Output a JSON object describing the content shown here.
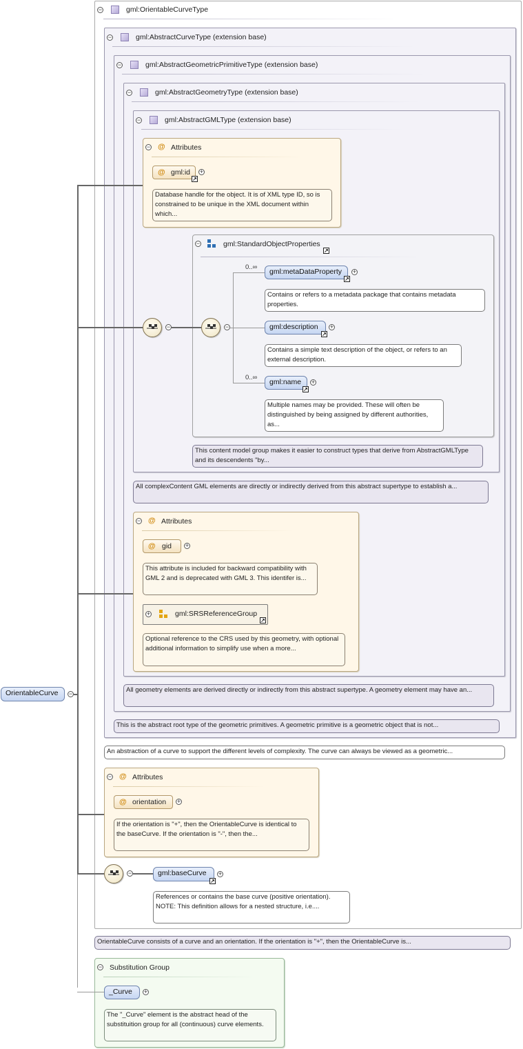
{
  "root_element": "OrientableCurve",
  "types": {
    "orientable_curve_type": "gml:OrientableCurveType",
    "abstract_curve_type": "gml:AbstractCurveType (extension base)",
    "abstract_geometric_primitive_type": "gml:AbstractGeometricPrimitiveType (extension base)",
    "abstract_geometry_type": "gml:AbstractGeometryType (extension base)",
    "abstract_gml_type": "gml:AbstractGMLType (extension base)"
  },
  "gml_attrs": {
    "title": "Attributes",
    "id_label": "gml:id",
    "id_desc": "Database handle for the object. It is of XML type ID, so is constrained to be unique in the XML document within which..."
  },
  "std_props": {
    "label": "gml:StandardObjectProperties",
    "metadata_label": "gml:metaDataProperty",
    "metadata_card": "0..∞",
    "metadata_desc": "Contains or refers to a metadata package that contains metadata properties.",
    "description_label": "gml:description",
    "description_desc": "Contains a simple text description of the object, or refers to an external description.",
    "name_label": "gml:name",
    "name_card": "0..∞",
    "name_desc": "Multiple names may be provided. These will often be distinguished by being assigned by different authorities, as...",
    "group_desc": "This content model group makes it easier to construct types that derive from AbstractGMLType and its descendents \"by..."
  },
  "gml_type_desc": "All complexContent GML elements are directly or indirectly derived from this abstract supertype to establish a...",
  "geom_attrs": {
    "title": "Attributes",
    "gid_label": "gid",
    "gid_desc": "This attribute is included for backward compatibility with GML 2 and is deprecated with GML 3. This identifer is...",
    "srs_label": "gml:SRSReferenceGroup",
    "srs_desc": "Optional reference to the CRS used by this geometry, with optional additional information to simplify use when a more..."
  },
  "geometry_desc": "All geometry elements are derived directly or indirectly from this abstract supertype. A geometry element may have an...",
  "primitive_desc": "This is the abstract root type of the geometric primitives. A geometric primitive is a geometric object that is not...",
  "curve_desc": "An abstraction of a curve to support the different levels of complexity. The curve can always be viewed as a geometric...",
  "orient_attrs": {
    "title": "Attributes",
    "orientation_label": "orientation",
    "orientation_desc": "If the orientation is \"+\", then the OrientableCurve is identical to the baseCurve. If the orientation is \"-\", then the..."
  },
  "base_curve": {
    "label": "gml:baseCurve",
    "desc": "References or contains the base curve (positive orientation). NOTE: This definition allows for a nested structure, i.e...."
  },
  "root_desc": "OrientableCurve consists of a curve and an orientation. If the orientation is \"+\", then the OrientableCurve is...",
  "substitution": {
    "title": "Substitution Group",
    "head_label": "_Curve",
    "head_desc": "The \"_Curve\" element is the abstract head of the substituition group for all (continuous) curve elements."
  },
  "icons": {
    "collapse": "minus-circle-icon",
    "expand": "plus-circle-icon",
    "type": "complex-type-icon",
    "attribute": "at-sign-icon",
    "group": "attribute-group-icon",
    "sequence": "sequence-compositor-icon",
    "link": "external-link-arrow-icon"
  }
}
